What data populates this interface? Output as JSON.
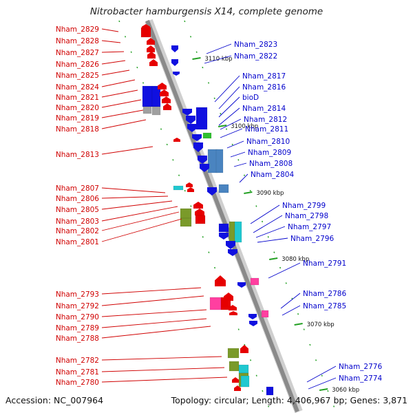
{
  "title": "Nitrobacter hamburgensis X14, complete genome",
  "footer": {
    "accession": "Accession: NC_007964",
    "summary": "Topology: circular; Length: 4,406,967 bp; Genes: 3,871"
  },
  "colors": {
    "red": "#e60000",
    "blue": "#1010e0",
    "green": "#30c030",
    "olive": "#7a9a2a",
    "steel": "#4a84c0",
    "magenta": "#ff3fa0",
    "cyan": "#20c8d0",
    "gray": "#a0a0a0",
    "label_red": "#d00000",
    "label_blue": "#0000cc"
  },
  "ticks": [
    "3110 kbp",
    "3100 kbp",
    "3090 kbp",
    "3080 kbp",
    "3070 kbp",
    "3060 kbp"
  ],
  "left_labels": [
    "Nham_2829",
    "Nham_2828",
    "Nham_2827",
    "Nham_2826",
    "Nham_2825",
    "Nham_2824",
    "Nham_2821",
    "Nham_2820",
    "Nham_2819",
    "Nham_2818",
    "Nham_2813",
    "Nham_2807",
    "Nham_2806",
    "Nham_2805",
    "Nham_2803",
    "Nham_2802",
    "Nham_2801",
    "Nham_2793",
    "Nham_2792",
    "Nham_2790",
    "Nham_2789",
    "Nham_2788",
    "Nham_2782",
    "Nham_2781",
    "Nham_2780"
  ],
  "right_labels": [
    "Nham_2823",
    "Nham_2822",
    "Nham_2817",
    "Nham_2816",
    "bioD",
    "Nham_2814",
    "Nham_2812",
    "Nham_2811",
    "Nham_2810",
    "Nham_2809",
    "Nham_2808",
    "Nham_2804",
    "Nham_2799",
    "Nham_2798",
    "Nham_2797",
    "Nham_2796",
    "Nham_2791",
    "Nham_2786",
    "Nham_2785",
    "Nham_2776",
    "Nham_2774"
  ]
}
